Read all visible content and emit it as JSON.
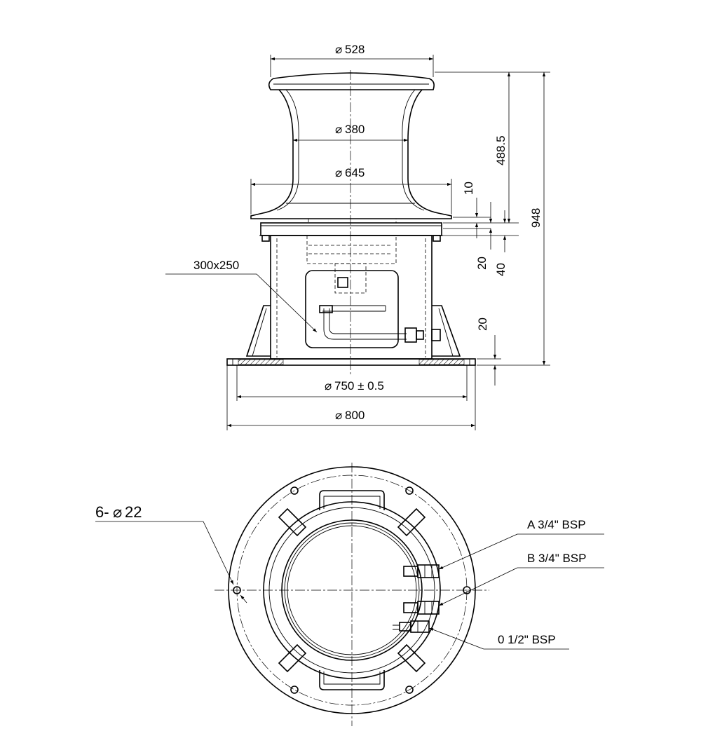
{
  "side_view": {
    "dims": {
      "d_top": "528",
      "d_drum": "380",
      "d_base_flange": "645",
      "d_base_pcd": "750 ± 0.5",
      "d_base_outer": "800",
      "h_head": "488.5",
      "h_total": "948",
      "t_flange_top": "10",
      "t_plate": "20",
      "h_plate_stack": "40",
      "t_base": "20"
    },
    "labels": {
      "window": "300x250"
    },
    "diameter_symbol": "⌀"
  },
  "top_view": {
    "labels": {
      "bolt_holes": "6-",
      "bolt_holes_dia": "22",
      "port_a": "A 3/4\" BSP",
      "port_b": "B 3/4\" BSP",
      "port_o": "0 1/2\" BSP"
    }
  }
}
